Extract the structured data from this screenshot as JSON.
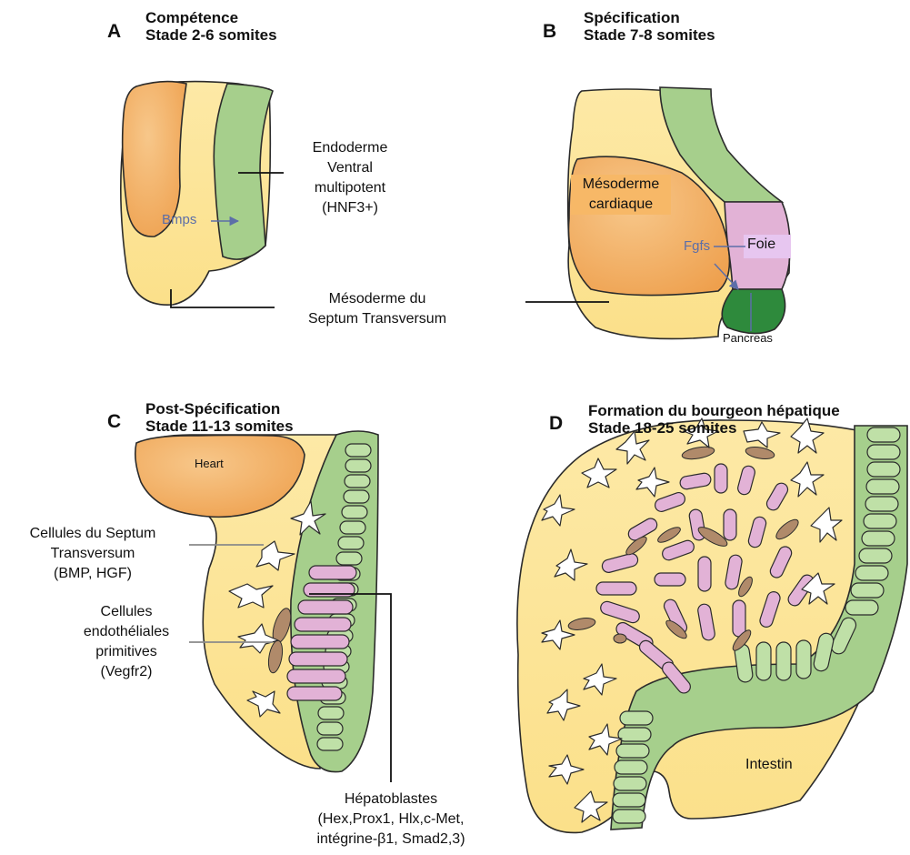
{
  "colors": {
    "mesoderm_yellow": "#fbe08a",
    "mesoderm_yellow_light": "#fdf0c4",
    "orange": "#f2b469",
    "endoderm_green": "#a6cf8c",
    "endoderm_green_dark": "#2e8a3c",
    "liver_pink": "#e2b2d6",
    "endothelial_brown": "#b08a6a",
    "arrow_blue": "#5c6ea8",
    "outline": "#2b2b2b"
  },
  "panel_a": {
    "letter": "A",
    "title_line1": "Compétence",
    "title_line2": "Stade 2-6 somites",
    "signal": "Bmps",
    "endoderm_label": [
      "Endoderme",
      "Ventral",
      "multipotent",
      "(HNF3+)"
    ],
    "mesoderm_label": [
      "Mésoderme du",
      "Septum Transversum"
    ]
  },
  "panel_b": {
    "letter": "B",
    "title_line1": "Spécification",
    "title_line2": "Stade 7-8 somites",
    "mesoderm_label": [
      "Mésoderme",
      "cardiaque"
    ],
    "signal": "Fgfs",
    "liver_label": "Foie",
    "pancreas_label": "Pancreas"
  },
  "panel_c": {
    "letter": "C",
    "title_line1": "Post-Spécification",
    "title_line2": "Stade 11-13 somites",
    "heart_label": "Heart",
    "septum_label": [
      "Cellules du Septum",
      "Transversum",
      "(BMP, HGF)"
    ],
    "endothelial_label": [
      "Cellules",
      "endothéliales",
      "primitives",
      "(Vegfr2)"
    ],
    "hepatoblast_label": [
      "Hépatoblastes",
      "(Hex,Prox1, Hlx,c-Met,",
      "intégrine-β1, Smad2,3)"
    ]
  },
  "panel_d": {
    "letter": "D",
    "title_line1": "Formation du bourgeon hépatique",
    "title_line2": "Stade 18-25 somites",
    "intestine_label": "Intestin"
  }
}
